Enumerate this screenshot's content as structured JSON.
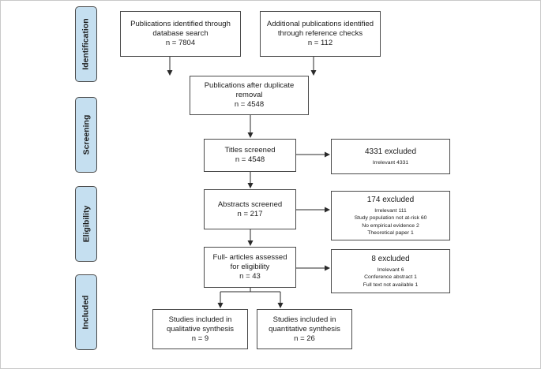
{
  "stages": {
    "identification": "Identification",
    "screening": "Screening",
    "eligibility": "Eligibility",
    "included": "Included"
  },
  "boxes": {
    "database_search": {
      "title": "Publications identified through database search",
      "n": "n = 7804"
    },
    "reference_checks": {
      "title": "Additional publications identified through reference checks",
      "n": "n = 112"
    },
    "after_duplicates": {
      "title": "Publications after duplicate removal",
      "n": "n = 4548"
    },
    "titles_screened": {
      "title": "Titles screened",
      "n": "n = 4548"
    },
    "abstracts_screened": {
      "title": "Abstracts screened",
      "n": "n = 217"
    },
    "full_articles": {
      "title": "Full- articles assessed for eligibility",
      "n": "n = 43"
    },
    "qualitative": {
      "title": "Studies included in qualitative synthesis",
      "n": "n = 9"
    },
    "quantitative": {
      "title": "Studies included in quantitative synthesis",
      "n": "n = 26"
    }
  },
  "exclusions": {
    "titles": {
      "head": "4331 excluded",
      "lines": [
        "Irrelevant 4331"
      ]
    },
    "abstracts": {
      "head": "174 excluded",
      "lines": [
        "Irrelevant 111",
        "Study population not at-risk 60",
        "No empirical evidence 2",
        "Theoretical paper 1"
      ]
    },
    "full": {
      "head": "8 excluded",
      "lines": [
        "Irrelevant 6",
        "Conference abstract 1",
        "Full text not available 1"
      ]
    }
  }
}
